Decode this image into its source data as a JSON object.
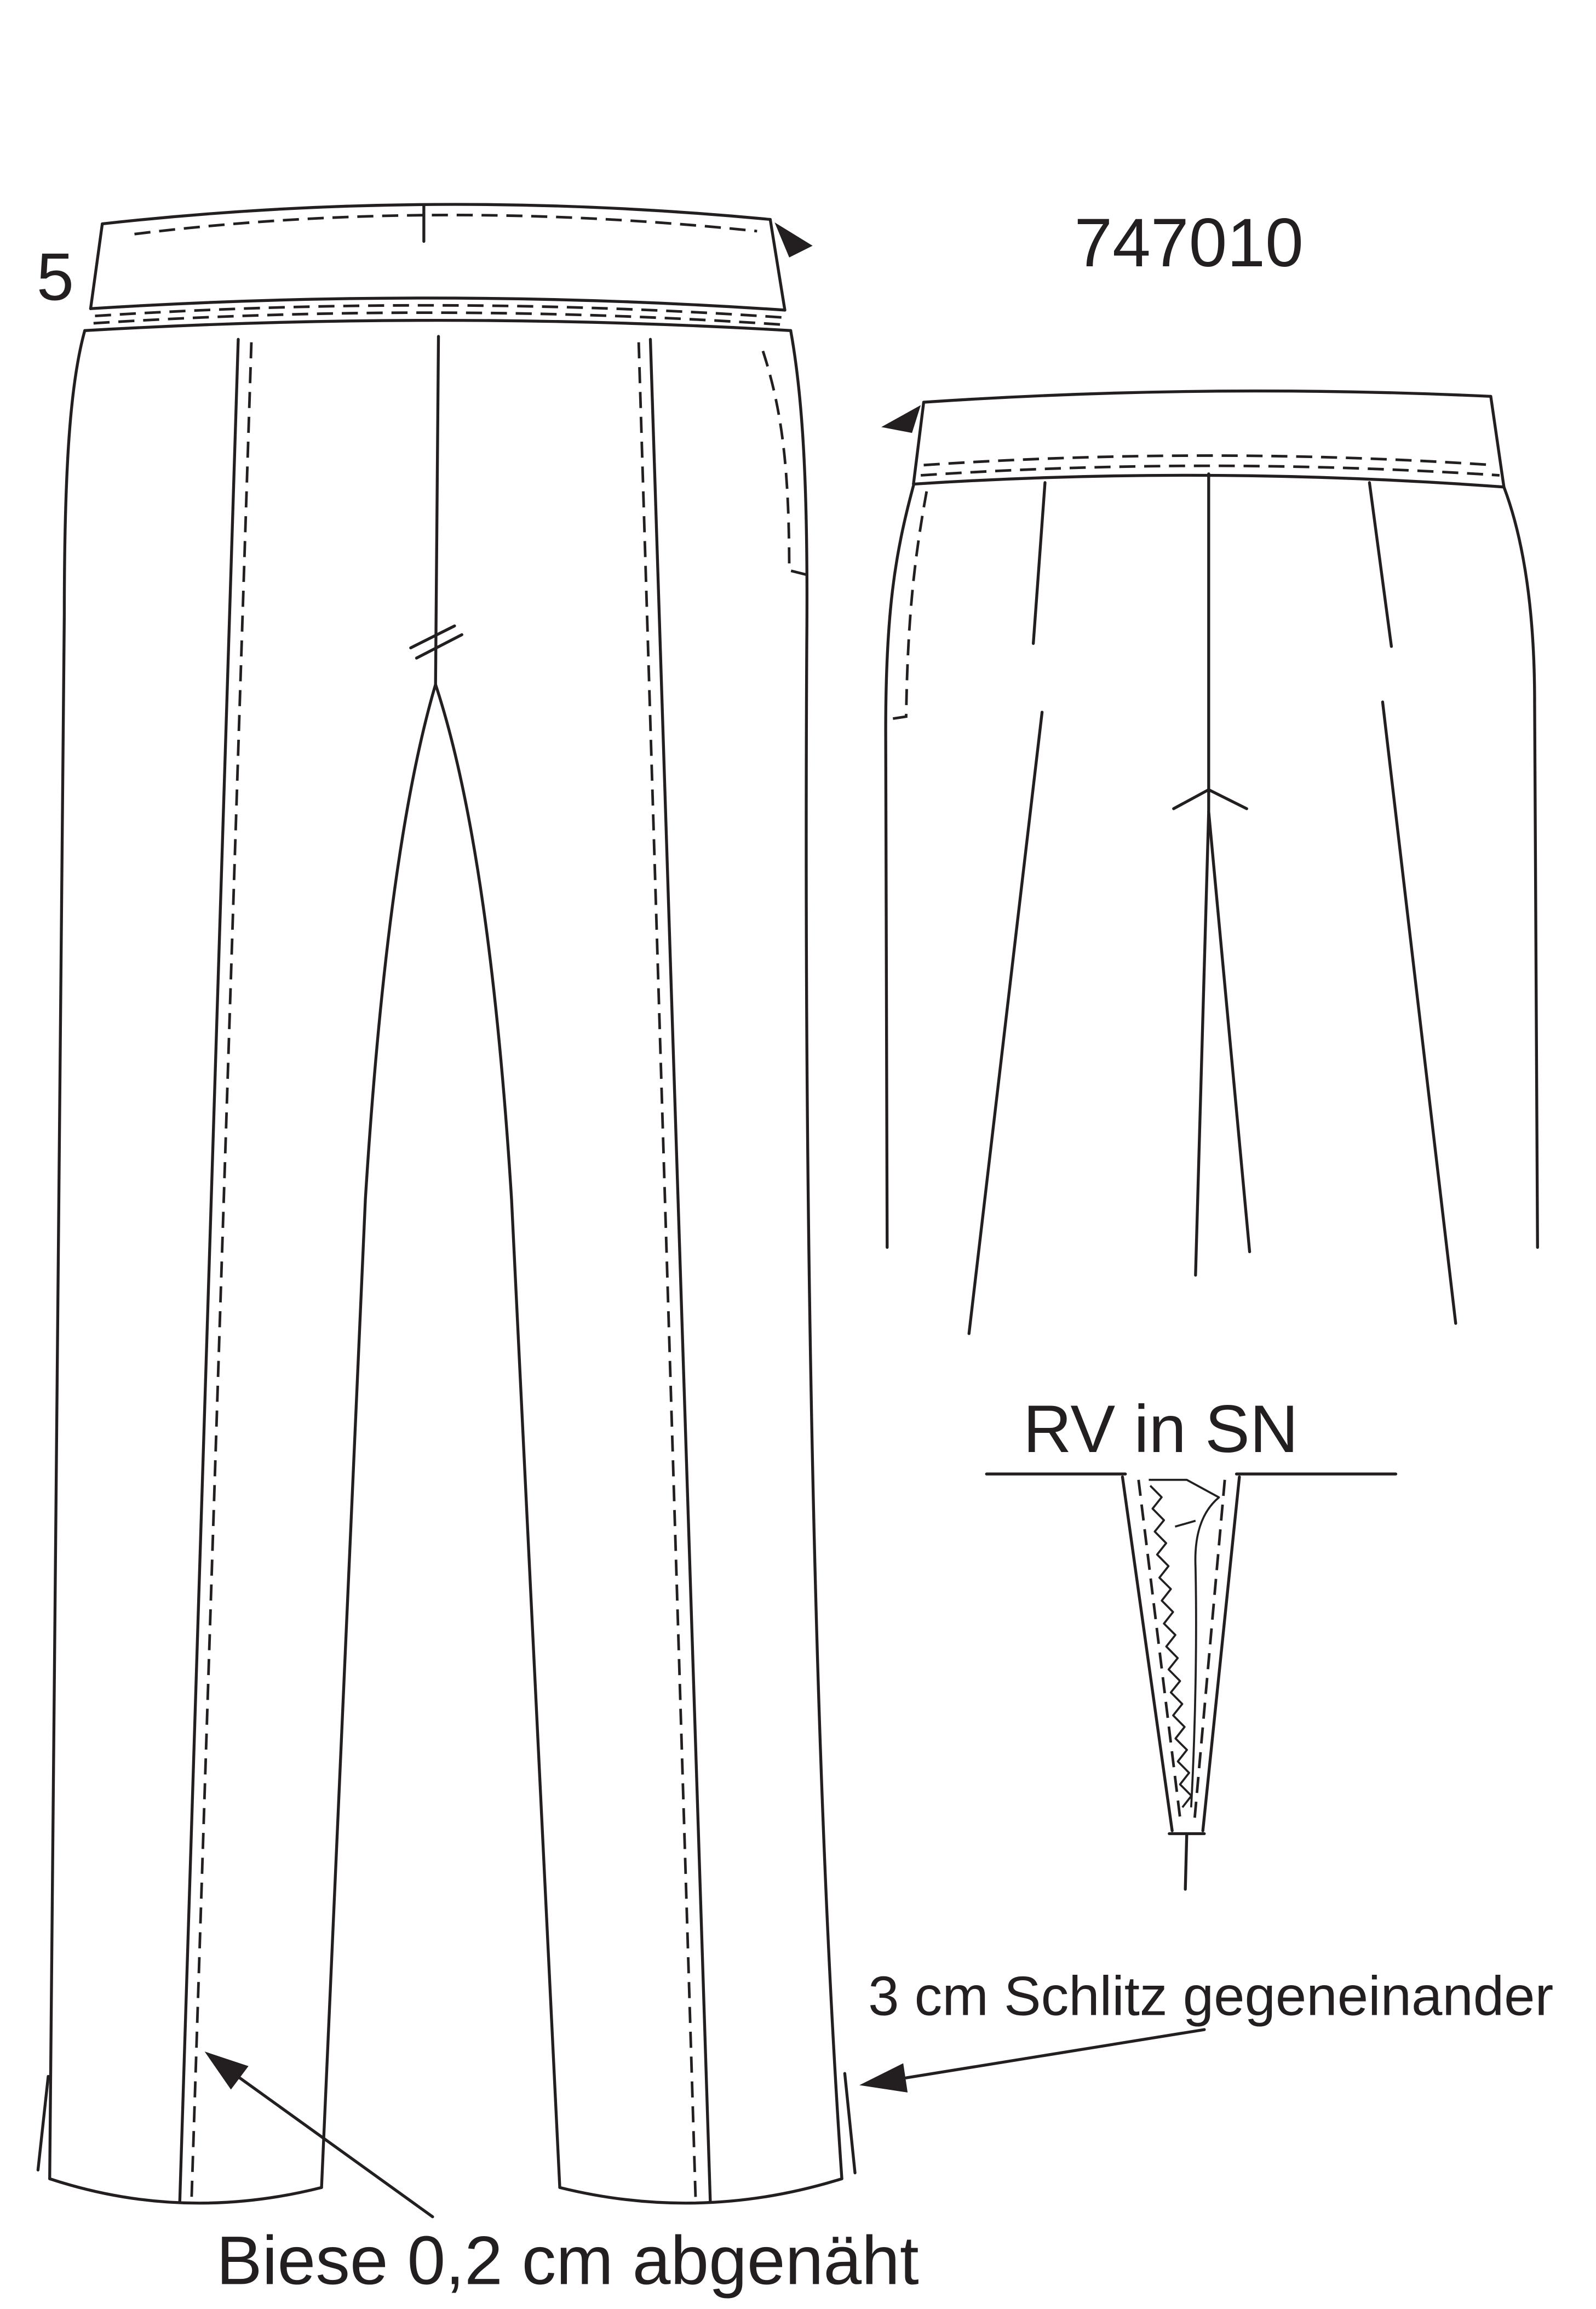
{
  "labels": {
    "size_number": "5",
    "model_number": "747010",
    "zipper_note": "RV in SN",
    "slit_note": "3 cm Schlitz gegeneinander",
    "piping_note": "Biese 0,2 cm abgenäht"
  },
  "colors": {
    "line": "#231f20",
    "background": "#ffffff"
  }
}
